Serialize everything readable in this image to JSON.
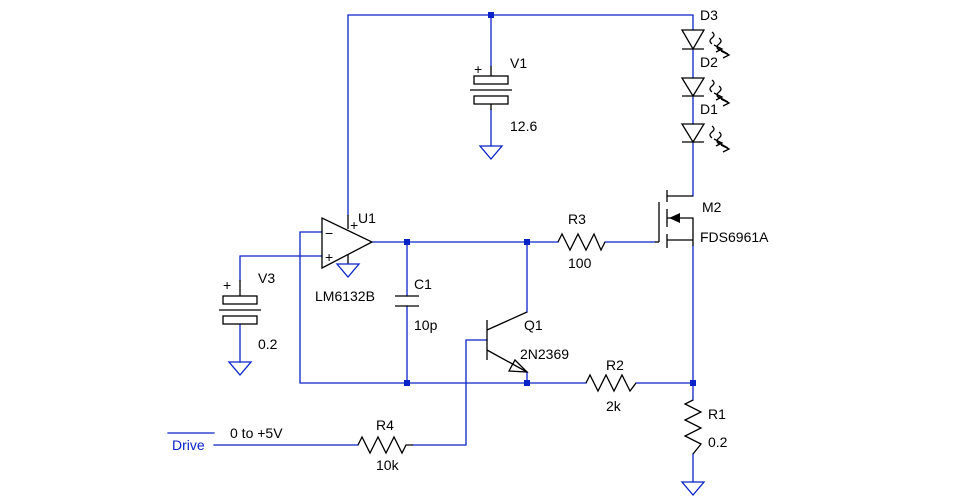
{
  "components": {
    "v1": {
      "ref": "V1",
      "value": "12.6"
    },
    "v3": {
      "ref": "V3",
      "value": "0.2"
    },
    "u1": {
      "ref": "U1",
      "value": "LM6132B"
    },
    "c1": {
      "ref": "C1",
      "value": "10p"
    },
    "q1": {
      "ref": "Q1",
      "value": "2N2369"
    },
    "r1": {
      "ref": "R1",
      "value": "0.2"
    },
    "r2": {
      "ref": "R2",
      "value": "2k"
    },
    "r3": {
      "ref": "R3",
      "value": "100"
    },
    "r4": {
      "ref": "R4",
      "value": "10k"
    },
    "m2": {
      "ref": "M2",
      "value": "FDS6961A"
    },
    "d1": {
      "ref": "D1"
    },
    "d2": {
      "ref": "D2"
    },
    "d3": {
      "ref": "D3"
    }
  },
  "signals": {
    "drive_net": "Drive",
    "drive_range": "0 to +5V"
  },
  "symbols": {
    "plus": "+",
    "minus": "−"
  },
  "colors": {
    "wire": "#0a23c8",
    "component": "#000000",
    "background": "#ffffff"
  }
}
